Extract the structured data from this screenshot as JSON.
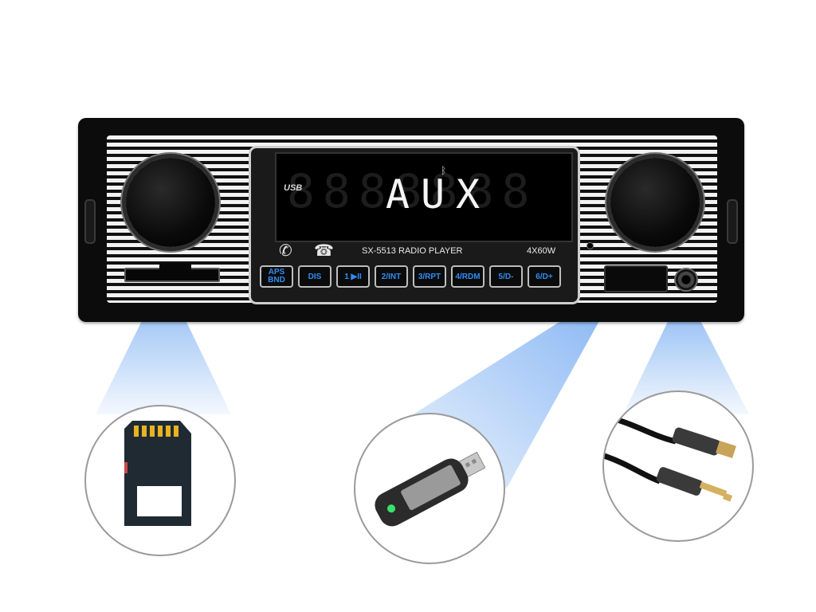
{
  "display": {
    "mode_text": "AUX",
    "usb_indicator": "USB",
    "bluetooth_symbol": "ᛒ",
    "model": "SX-5513",
    "product_name": "RADIO PLAYER",
    "power_rating": "4X60W",
    "call_answer_symbol": "✆",
    "call_end_symbol": "☎"
  },
  "buttons": [
    {
      "line1": "APS",
      "line2": "BND"
    },
    {
      "line1": "DIS",
      "line2": ""
    },
    {
      "line1": "1 ▶II",
      "line2": ""
    },
    {
      "line1": "2/INT",
      "line2": ""
    },
    {
      "line1": "3/RPT",
      "line2": ""
    },
    {
      "line1": "4/RDM",
      "line2": ""
    },
    {
      "line1": "5/D-",
      "line2": ""
    },
    {
      "line1": "6/D+",
      "line2": ""
    }
  ],
  "colors": {
    "button_text": "#2f8df2",
    "beam": "#1a73e8",
    "usb_led": "#39e26a"
  },
  "accessories": [
    "sd-card",
    "usb-bluetooth-dongle",
    "aux-audio-cable"
  ]
}
